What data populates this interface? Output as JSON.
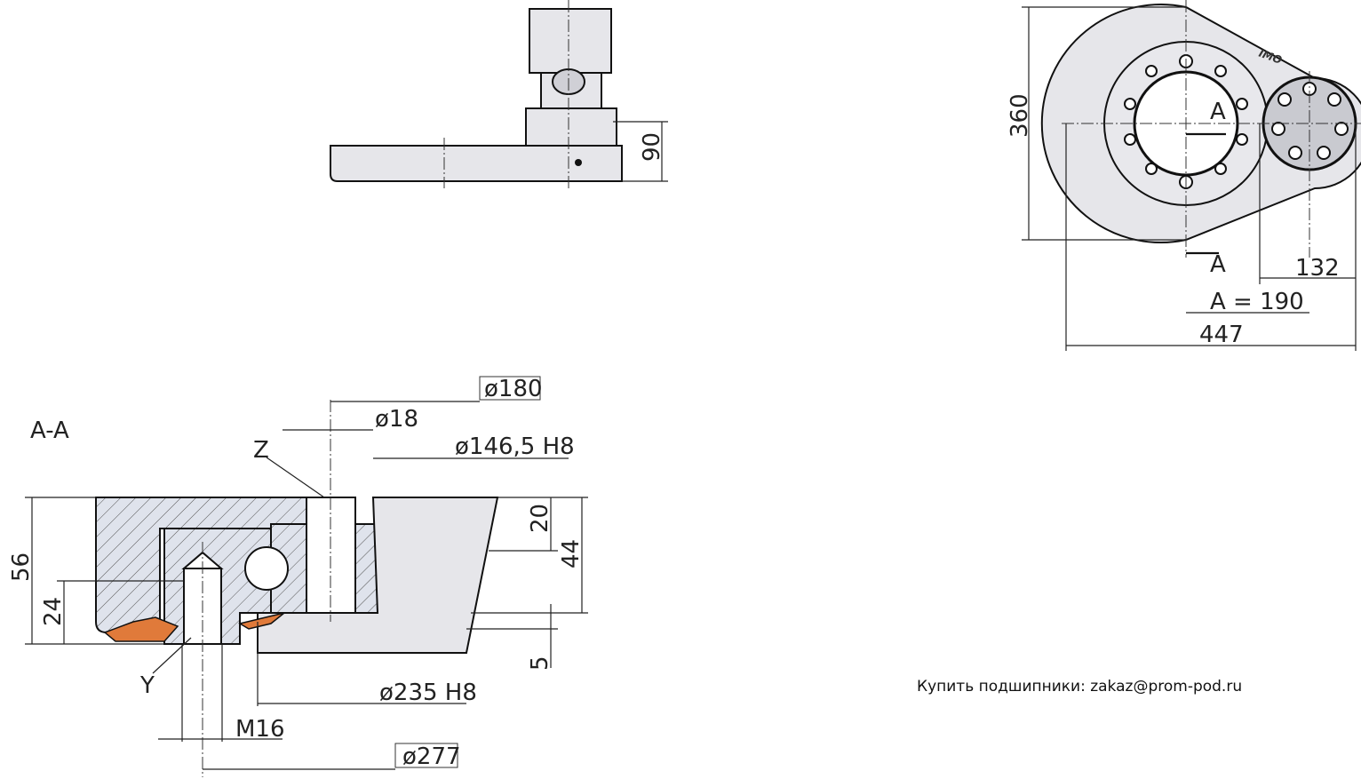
{
  "side_view": {
    "height_dim": "90"
  },
  "top_view": {
    "logo": "IMO",
    "height_dim": "360",
    "section_mark_top": "A",
    "section_mark_bottom": "A",
    "motor_dim": "132",
    "offset_dim": "A = 190",
    "width_dim": "447"
  },
  "section_view": {
    "title": "A-A",
    "dia_180": "ø180",
    "dia_18": "ø18",
    "detail_z": "Z",
    "dia_146": "ø146,5 H8",
    "height_56": "56",
    "height_24": "24",
    "height_20": "20",
    "height_44": "44",
    "height_5": "5",
    "detail_y": "Y",
    "dia_235": "ø235 H8",
    "thread": "M16",
    "dia_277": "ø277"
  },
  "footer": {
    "text": "Купить подшипники: zakaz@prom-pod.ru"
  },
  "colors": {
    "body": "#e6e6ea",
    "seal": "#e07a3a",
    "motor": "#c9cad0"
  }
}
